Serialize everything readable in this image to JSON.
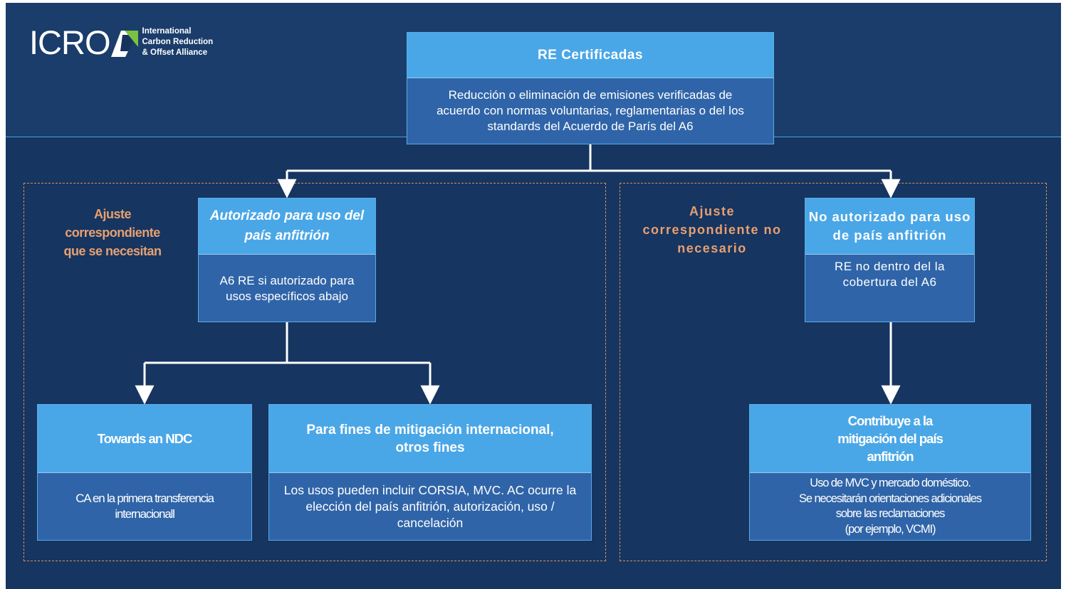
{
  "logo": {
    "word": "ICRO",
    "line1": "International",
    "line2": "Carbon Reduction",
    "line3": "& Offset Alliance"
  },
  "top": {
    "title": "RE Certificadas",
    "body": "Reducción o eliminación de emisiones verificadas de acuerdo con normas voluntarias, reglamentarias o del los standards del Acuerdo de París del A6"
  },
  "left_label": "Ajuste correspondiente que se necesitan",
  "right_label": "Ajuste correspondiente no necesario",
  "authorized": {
    "title": "Autorizado para uso del país anfitrión",
    "body": "A6 RE si autorizado para usos específicos abajo"
  },
  "not_authorized": {
    "title": "No autorizado para uso de país anfitrión",
    "body": "RE no dentro del la cobertura del A6"
  },
  "ndc": {
    "title": "Towards an NDC",
    "body": "CA en la primera transferencia internacionall"
  },
  "intl": {
    "title": "Para fines de mitigación internacional, otros fines",
    "body": "Los usos pueden incluir CORSIA, MVC. AC ocurre la elección del país anfitrión, autorización, uso / cancelación"
  },
  "contrib": {
    "title": "Contribuye a la mitigación del país anfitrión",
    "body_l1": "Uso de MVC y mercado doméstico.",
    "body_l2": "Se necesitarán orientaciones adicionales sobre las reclamaciones",
    "body_l3": "(por ejemplo, VCMI)"
  }
}
